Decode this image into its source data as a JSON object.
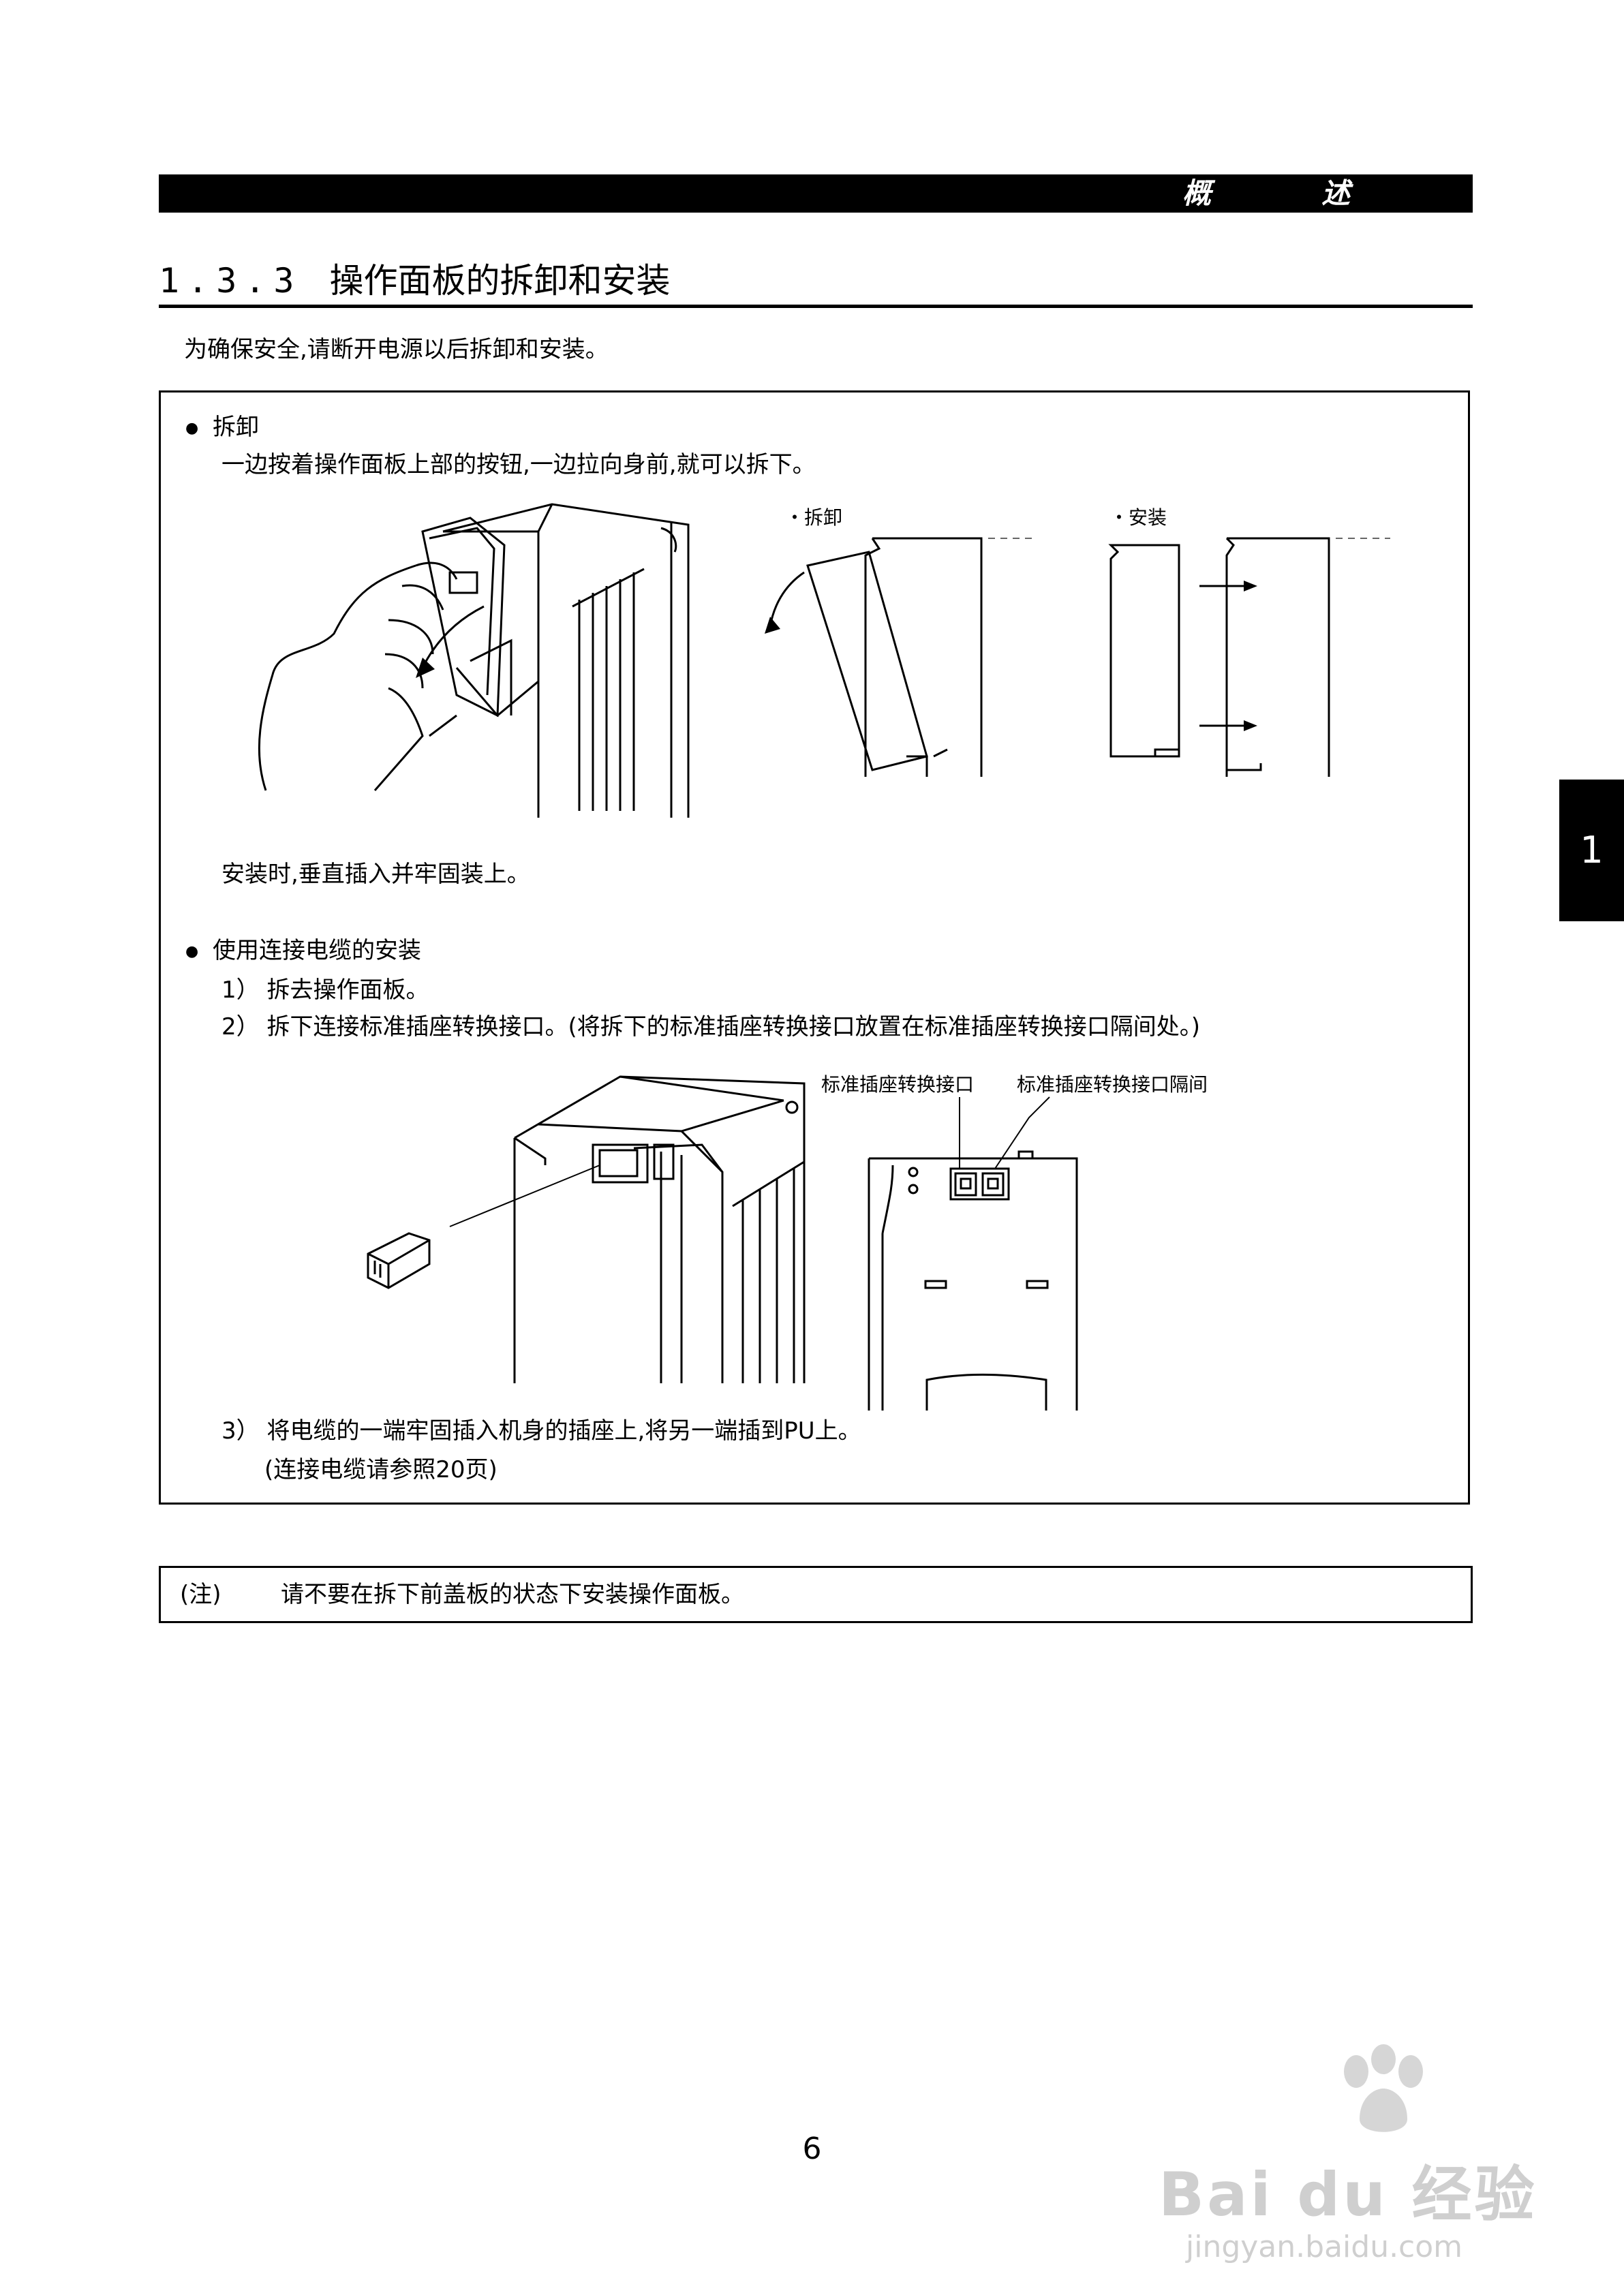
{
  "header": {
    "title": "概　述"
  },
  "section": {
    "number": "1.3.3",
    "title": "操作面板的拆卸和安装"
  },
  "intro": "为确保安全,请断开电源以后拆卸和安装。",
  "removal": {
    "heading": "拆卸",
    "text": "一边按着操作面板上部的按钮,一边拉向身前,就可以拆下。",
    "diagram_labels": {
      "remove": "・拆卸",
      "install": "・安装"
    },
    "install_note": "安装时,垂直插入并牢固装上。"
  },
  "cable": {
    "heading": "使用连接电缆的安装",
    "step1": "1）  拆去操作面板。",
    "step2": "2）  拆下连接标准插座转换接口。(将拆下的标准插座转换接口放置在标准插座转换接口隔间处。)",
    "label_adapter": "标准插座转换接口",
    "label_compartment": "标准插座转换接口隔间",
    "step3": "3）  将电缆的一端牢固插入机身的插座上,将另一端插到PU上。",
    "step3_ref": "(连接电缆请参照20页)"
  },
  "note": {
    "label": "(注)",
    "text": "请不要在拆下前盖板的状态下安装操作面板。"
  },
  "side_tab": "1",
  "page_number": "6",
  "watermark": {
    "brand": "Bai du 经验",
    "url": "jingyan.baidu.com"
  }
}
